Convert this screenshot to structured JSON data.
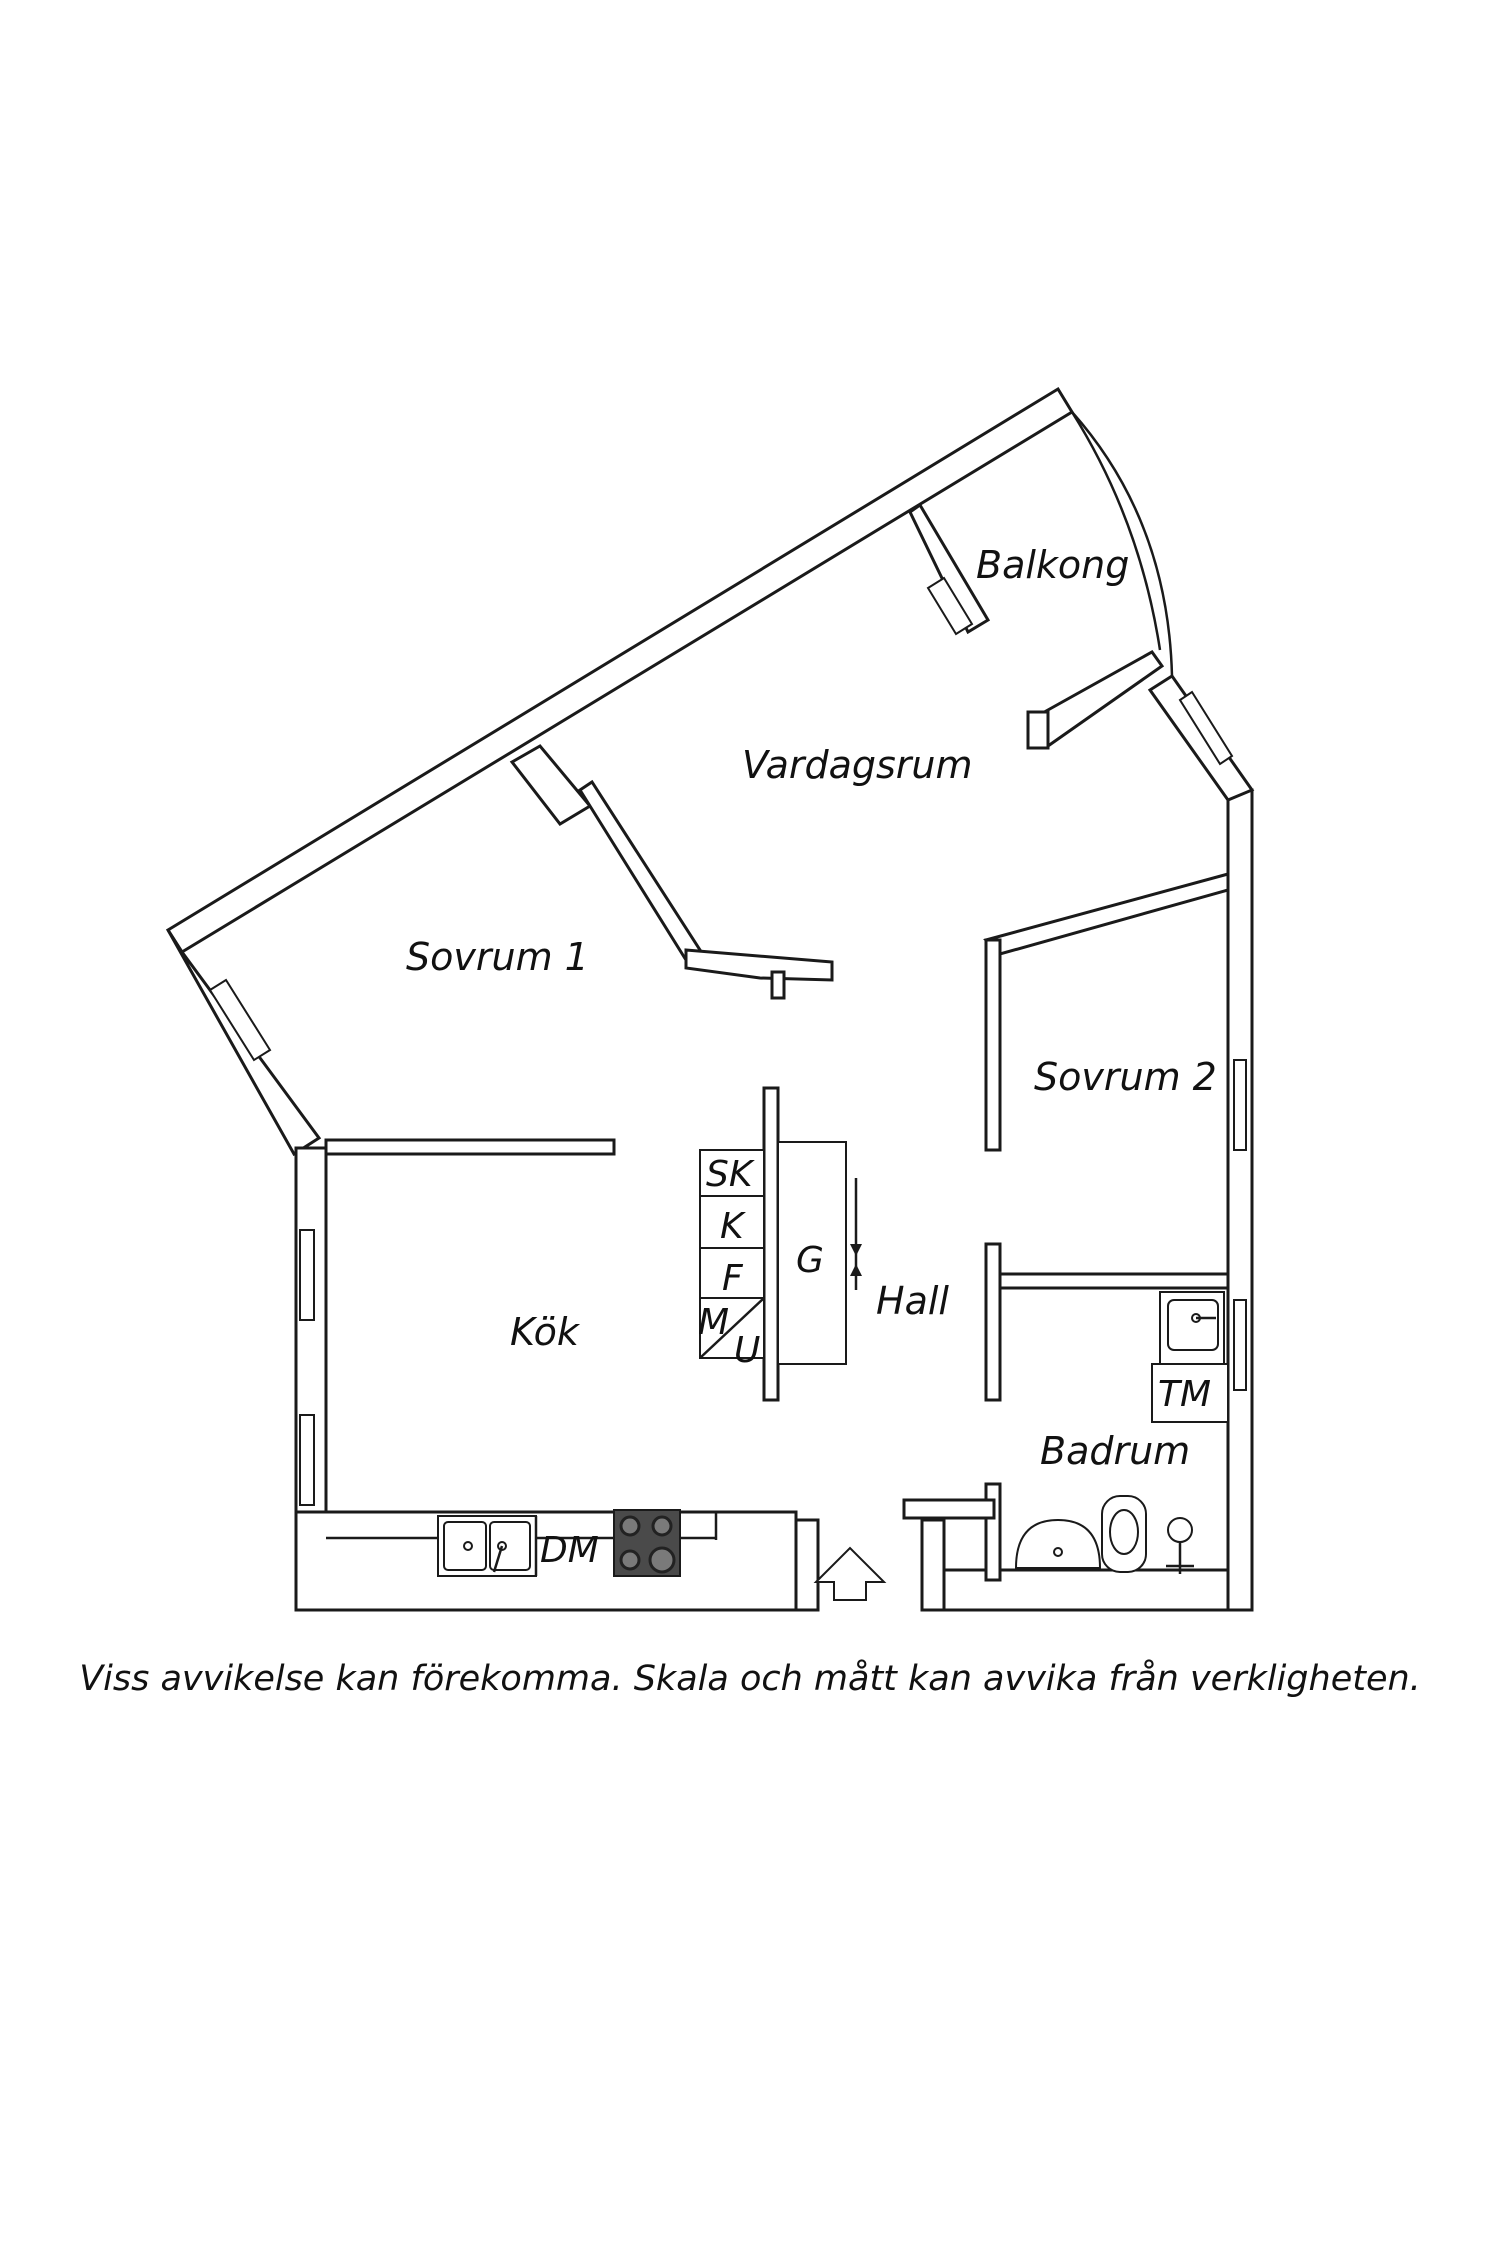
{
  "rooms": {
    "balkong": "Balkong",
    "vardagsrum": "Vardagsrum",
    "sovrum1": "Sovrum 1",
    "sovrum2": "Sovrum 2",
    "kok": "Kök",
    "hall": "Hall",
    "badrum": "Badrum"
  },
  "fixtures": {
    "sk": "SK",
    "k": "K",
    "f": "F",
    "m": "M",
    "u": "U",
    "g": "G",
    "dm": "DM",
    "tm": "TM"
  },
  "icons": {
    "entrance": "entrance-arrow-icon",
    "sink": "double-sink-icon",
    "hob": "hob-icon",
    "washbasin": "washbasin-icon",
    "toilet": "toilet-icon",
    "shower": "shower-icon"
  },
  "colors": {
    "line": "#1a1a1a",
    "hob": "#4a4a4a"
  },
  "disclaimer": "Viss avvikelse kan förekomma. Skala och mått kan avvika från verkligheten."
}
